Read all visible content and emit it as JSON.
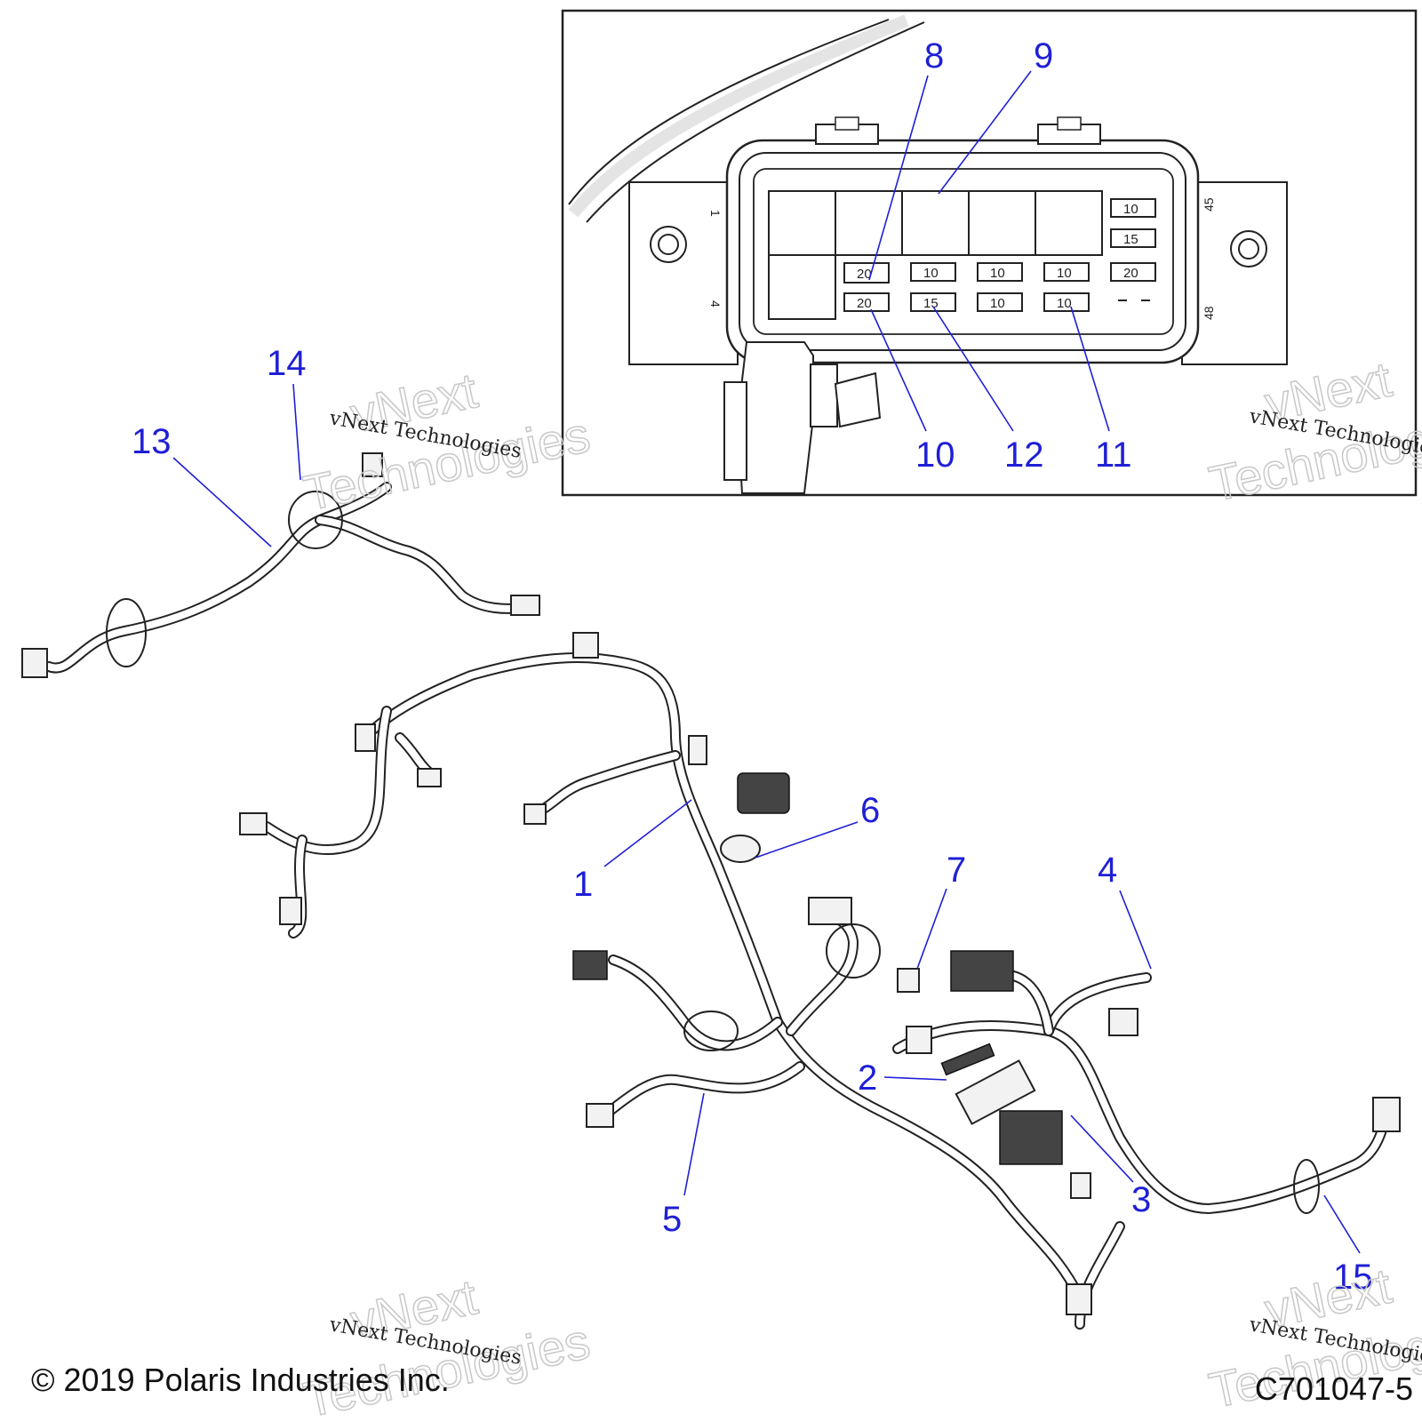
{
  "callouts": {
    "c1": "1",
    "c2": "2",
    "c3": "3",
    "c4": "4",
    "c5": "5",
    "c6": "6",
    "c7": "7",
    "c8": "8",
    "c9": "9",
    "c10": "10",
    "c11": "11",
    "c12": "12",
    "c13": "13",
    "c14": "14",
    "c15": "15"
  },
  "fuses": {
    "r1c1": "10",
    "r2c1": "15",
    "r3c0": "20",
    "r3c1": "10",
    "r3c2": "10",
    "r3c3": "10",
    "r3c4": "20",
    "r4c0": "20",
    "r4c1": "15",
    "r4c2": "10",
    "r4c3": "10"
  },
  "pins": {
    "p1": "1",
    "p4": "4",
    "p45": "45",
    "p48": "48"
  },
  "watermark": {
    "big_line1": "vNext",
    "big_line2": "Technologies",
    "small": "vNext Technologies"
  },
  "footer": {
    "copyright": "© 2019 Polaris Industries Inc.",
    "code": "C701047-5"
  },
  "colors": {
    "callout": "#1f1fd6",
    "line": "#222222",
    "watermark": "#c8c8c8"
  }
}
